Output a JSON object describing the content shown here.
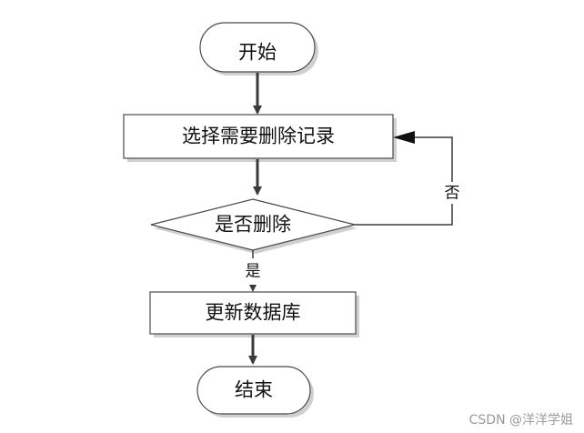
{
  "nodes": {
    "start": {
      "label": "开始"
    },
    "select": {
      "label": "选择需要删除记录"
    },
    "decision": {
      "label": "是否删除"
    },
    "update": {
      "label": "更新数据库"
    },
    "end": {
      "label": "结束"
    }
  },
  "edges": {
    "no_label": "否",
    "yes_label": "是"
  },
  "watermark": "CSDN @洋洋学姐",
  "colors": {
    "line": "#3a3a3a",
    "border": "#4a4a4a",
    "shadow": "#c8c8c8",
    "fill": "#ffffff"
  }
}
